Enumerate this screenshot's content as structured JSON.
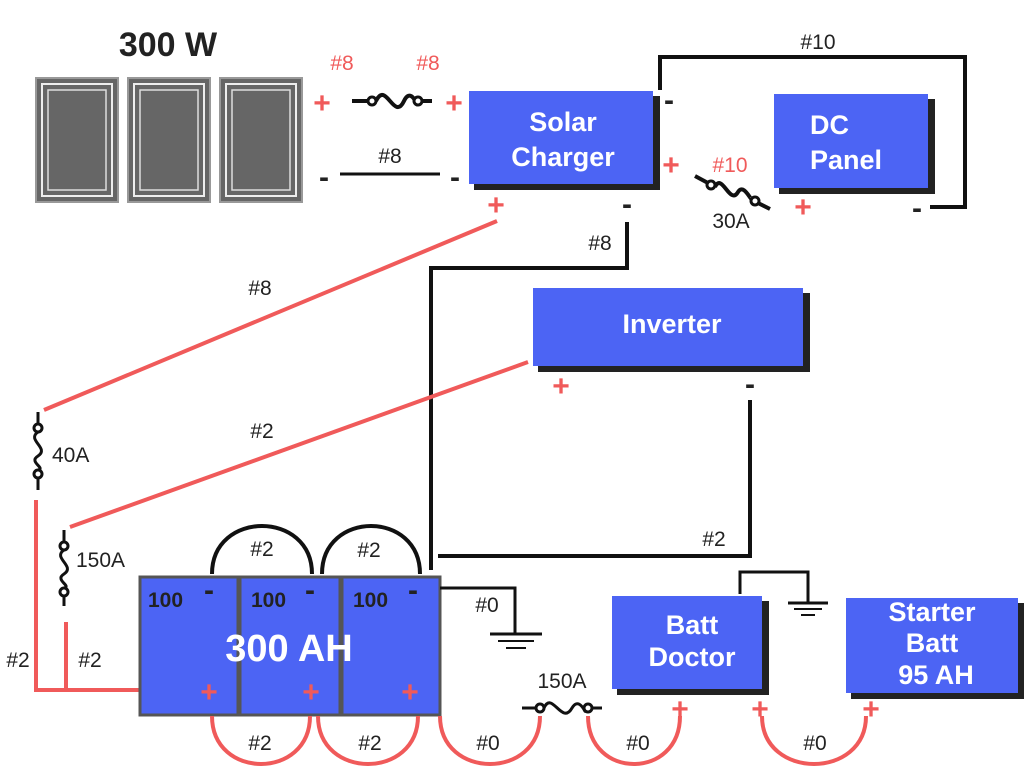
{
  "solar_array": {
    "title": "300 W",
    "panel_count": 3
  },
  "components": {
    "solar_charger": [
      "Solar",
      "Charger"
    ],
    "dc_panel": [
      "DC",
      "Panel"
    ],
    "inverter": [
      "Inverter"
    ],
    "batt_doctor": [
      "Batt",
      "Doctor"
    ],
    "starter_batt": [
      "Starter",
      "Batt",
      "95 AH"
    ]
  },
  "battery_bank": {
    "label": "300 AH",
    "cells": [
      "100",
      "100",
      "100"
    ]
  },
  "polarity": {
    "pos": "+",
    "neg": "-"
  },
  "wire_labels": {
    "panel_pos_left": "#8",
    "panel_pos_right": "#8",
    "panel_neg": "#8",
    "dc_panel_neg": "#10",
    "dc_panel_pos": "#10",
    "charger_neg": "#8",
    "charger_pos": "#8",
    "inverter_pos": "#2",
    "inverter_neg": "#2",
    "jumper_1": "#2",
    "jumper_2": "#2",
    "bank_ground": "#0",
    "left_wire_1": "#2",
    "left_wire_2": "#2",
    "bottom_jumper_1": "#2",
    "bottom_jumper_2": "#2",
    "bottom_to_fuse": "#0",
    "fuse_to_doctor": "#0",
    "doctor_to_starter": "#0"
  },
  "fuse_labels": {
    "dc_panel": "30A",
    "charger_pos": "40A",
    "inverter_pos": "150A",
    "starter_line": "150A"
  }
}
